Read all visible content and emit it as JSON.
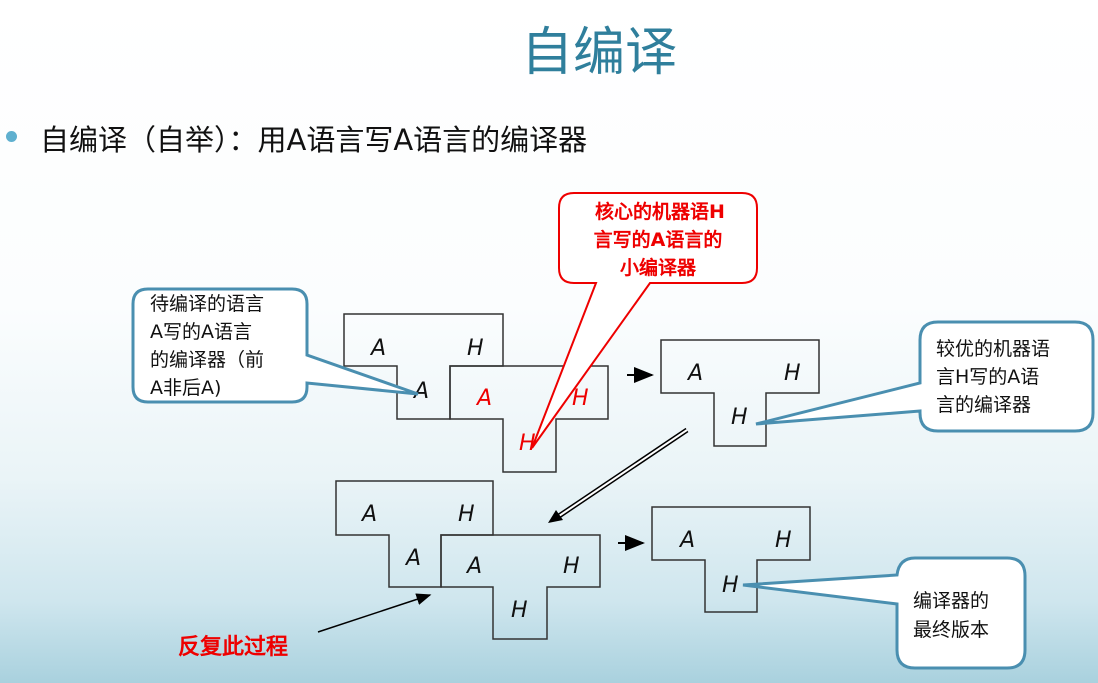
{
  "title": "自编译",
  "bullet": "自编译（自举）：用A语言写A语言的编译器",
  "colors": {
    "title": "#2f7f9c",
    "callout_border": "#4a8fb0",
    "red": "#ee0000"
  },
  "diagram": {
    "t1": {
      "left": "A",
      "right": "H",
      "bottom": "A"
    },
    "t2": {
      "left": "A",
      "right": "H",
      "bottom": "H"
    },
    "t3": {
      "left": "A",
      "right": "H",
      "bottom": "H"
    },
    "t4": {
      "left": "A",
      "right": "H",
      "bottom": "A"
    },
    "t5": {
      "left": "A",
      "right": "H",
      "bottom": "H"
    },
    "t6": {
      "left": "A",
      "right": "H",
      "bottom": "H"
    }
  },
  "callouts": {
    "source": [
      "待编译的语言",
      "A写的A语言",
      "的编译器（前",
      "A非后A)"
    ],
    "core": [
      "核心的机器语H",
      "言写的A语言的",
      "小编译器"
    ],
    "better": [
      "较优的机器语",
      "言H写的A语",
      "言的编译器"
    ],
    "final": [
      "编译器的",
      "最终版本"
    ]
  },
  "repeat_label": "反复此过程"
}
